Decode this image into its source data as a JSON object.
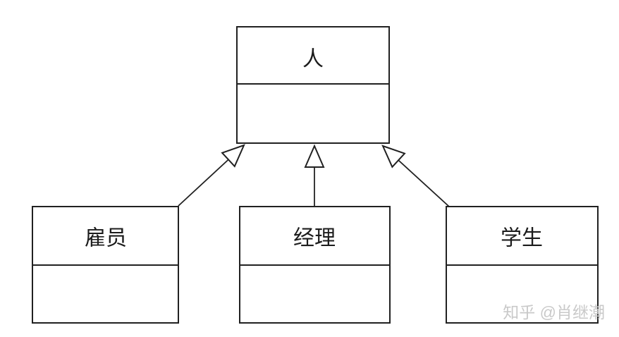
{
  "diagram": {
    "type": "uml-class-diagram",
    "classes": [
      {
        "id": "person",
        "name": "人",
        "role": "parent"
      },
      {
        "id": "employee",
        "name": "雇员",
        "role": "child"
      },
      {
        "id": "manager",
        "name": "经理",
        "role": "child"
      },
      {
        "id": "student",
        "name": "学生",
        "role": "child"
      }
    ],
    "relations": [
      {
        "from": "雇员",
        "to": "人",
        "kind": "generalization"
      },
      {
        "from": "经理",
        "to": "人",
        "kind": "generalization"
      },
      {
        "from": "学生",
        "to": "人",
        "kind": "generalization"
      }
    ],
    "colors": {
      "stroke": "#212121",
      "text": "#1c1c1c",
      "background": "#ffffff",
      "watermark": "#c9c9c9"
    }
  },
  "watermark": {
    "text": "知乎 @肖继潮"
  }
}
